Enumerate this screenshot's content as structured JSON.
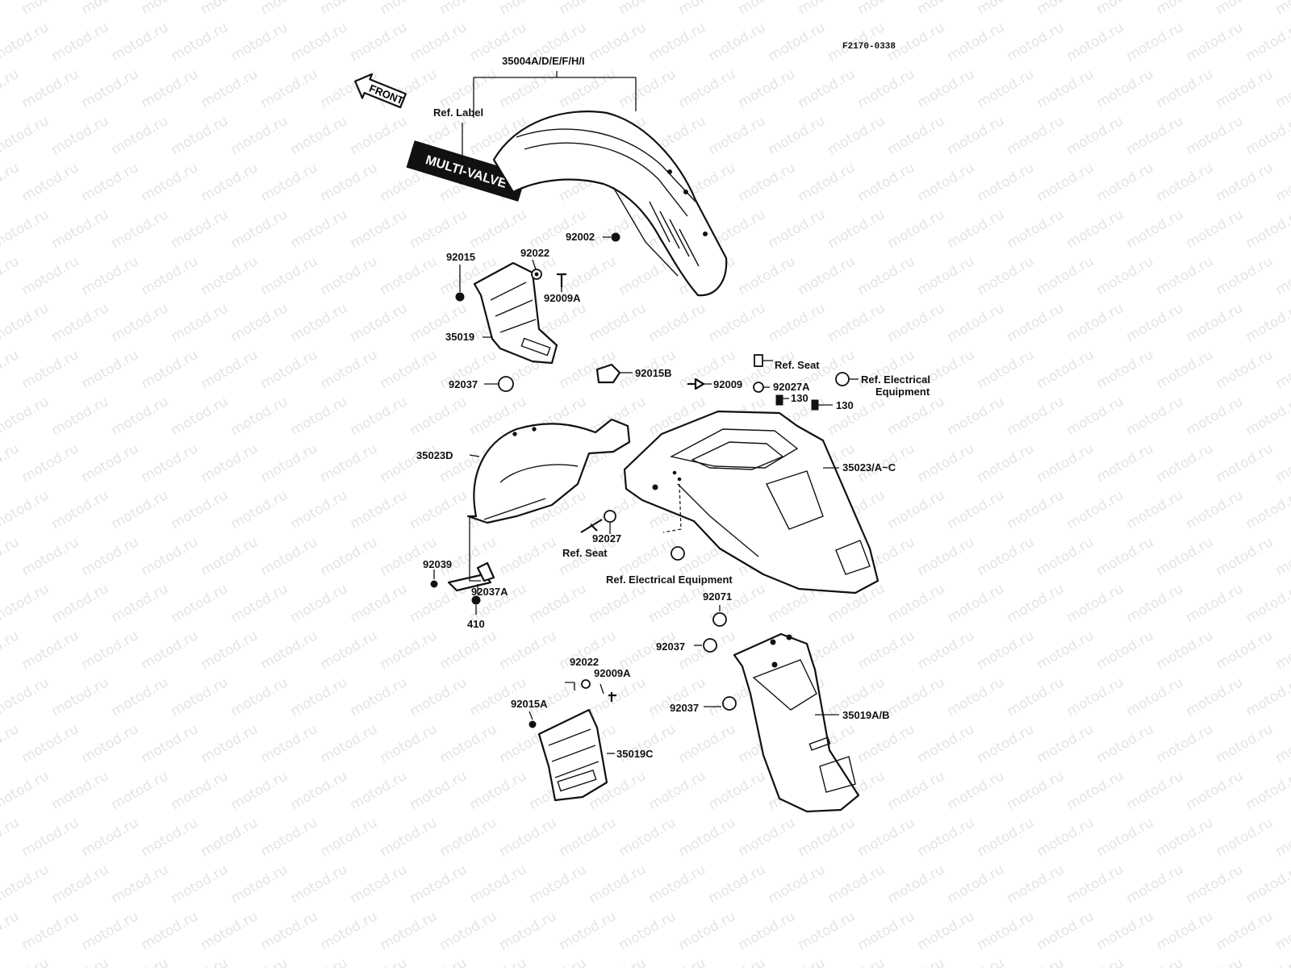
{
  "diagram": {
    "code": "F2170-0338",
    "front_label": "FRONT",
    "decal_text": "MULTI-VALVE",
    "callouts": {
      "c35004": "35004A/D/E/F/H/I",
      "ref_label": "Ref. Label",
      "c92002": "92002",
      "c92015": "92015",
      "c92022_top": "92022",
      "c92009A_top": "92009A",
      "c35019": "35019",
      "c92037_a": "92037",
      "c92015B": "92015B",
      "c92009": "92009",
      "ref_seat_top": "Ref. Seat",
      "c92027A": "92027A",
      "c130_a": "130",
      "c130_b": "130",
      "ref_elec_top_1": "Ref. Electrical",
      "ref_elec_top_2": "Equipment",
      "c35023D": "35023D",
      "c35023AC": "35023/A~C",
      "c92027": "92027",
      "ref_seat_bottom": "Ref. Seat",
      "ref_elec_bottom": "Ref. Electrical Equipment",
      "c92039": "92039",
      "c92037A": "92037A",
      "c410": "410",
      "c92071": "92071",
      "c92037_b": "92037",
      "c92037_c": "92037",
      "c92022_bottom": "92022",
      "c92009A_bottom": "92009A",
      "c92015A": "92015A",
      "c35019C": "35019C",
      "c35019AB": "35019A/B"
    }
  },
  "watermark": "motod.ru"
}
